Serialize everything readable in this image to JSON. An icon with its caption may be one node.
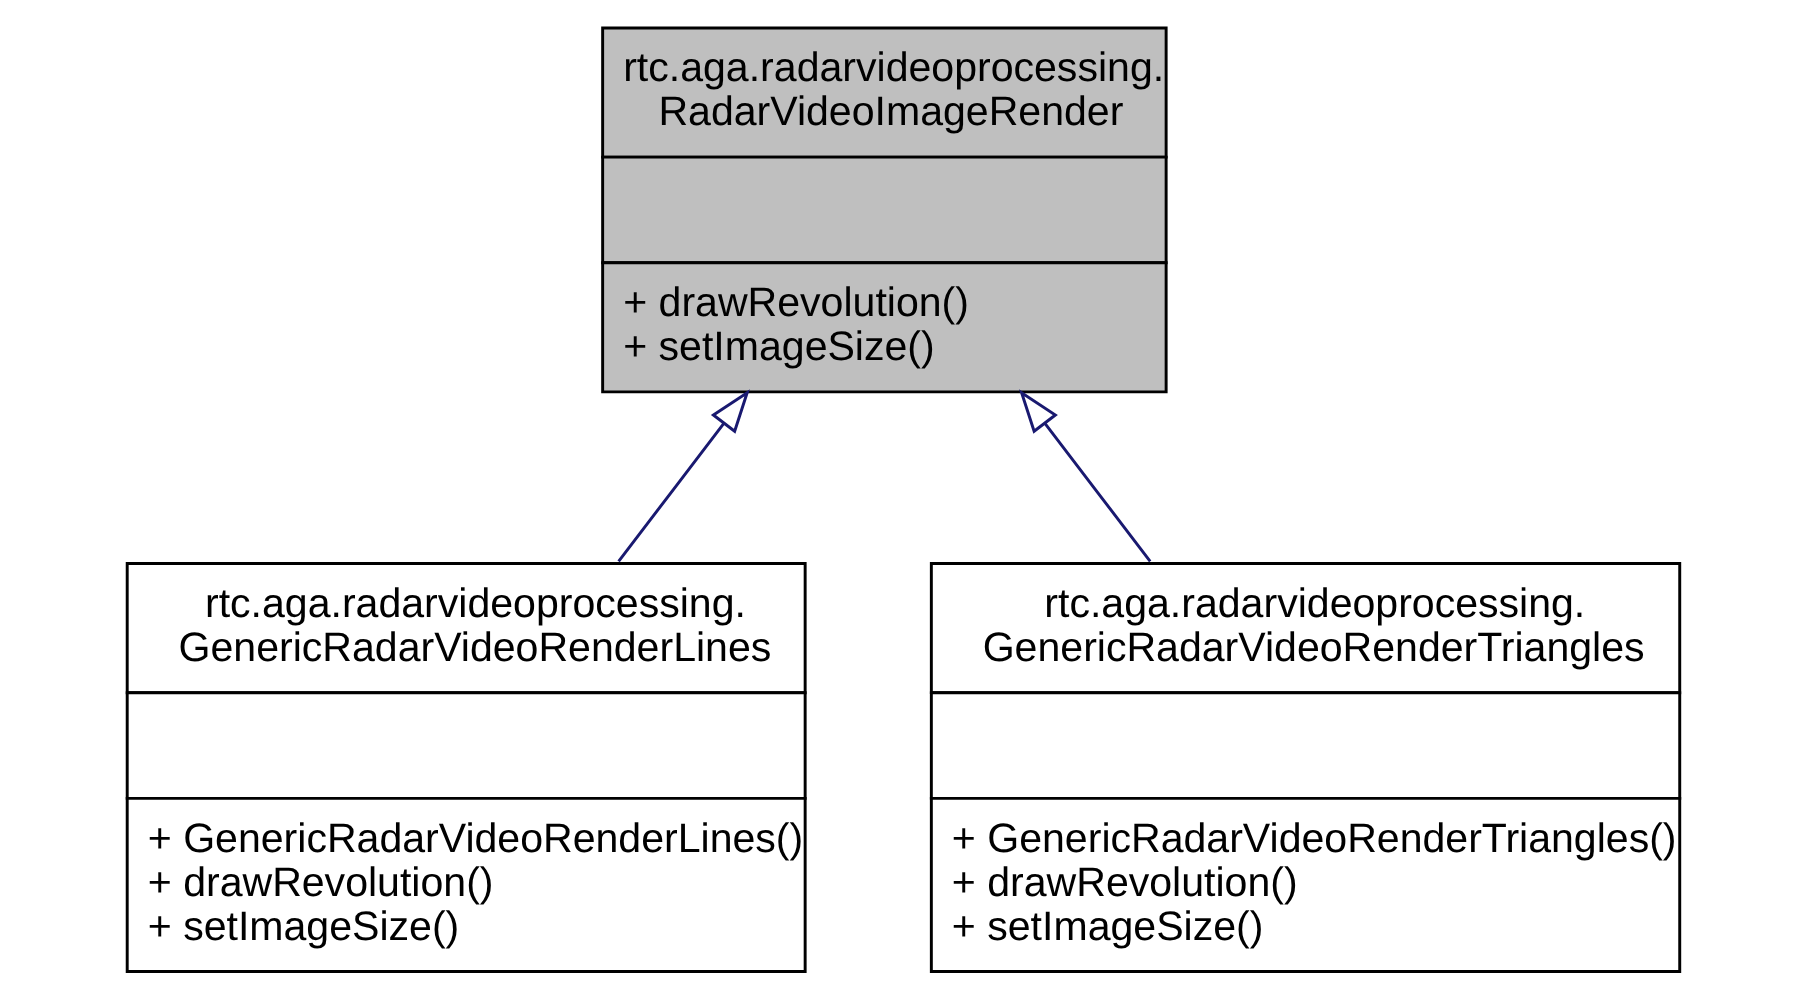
{
  "diagram": {
    "nodes": [
      {
        "text": [
          "rtc.aga.radarvideoprocessing. RadarVideoImageRender",
          "+ drawRevolution()",
          "+ setImageSize()"
        ]
      },
      {
        "text": [
          "rtc.aga.radarvideoprocessing. GenericRadarVideoRenderLines",
          "+ GenericRadarVideoRenderLines()",
          "+ drawRevolution()",
          "+ setImageSize()"
        ]
      },
      {
        "text": [
          "rtc.aga.radarvideoprocessing. GenericRadarVideoRenderTriangles",
          "+ GenericRadarVideoRenderTriangles()",
          "+ drawRevolution()",
          "+ setImageSize()"
        ]
      }
    ],
    "edges": [
      {
        "from": 1,
        "to": 0,
        "arrow": "to"
      },
      {
        "from": 2,
        "to": 0,
        "arrow": "to"
      }
    ]
  }
}
